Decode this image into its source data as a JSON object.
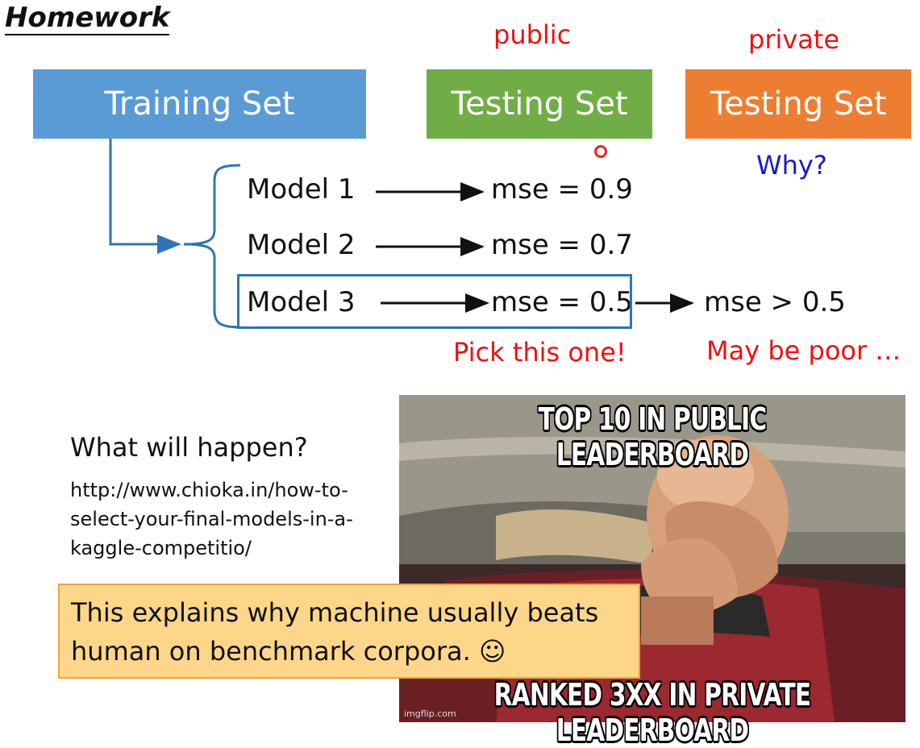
{
  "slide": {
    "title": "Homework",
    "training_box": "Training Set",
    "public_label": "public",
    "public_box": "Testing Set",
    "private_label": "private",
    "private_box": "Testing Set",
    "why": "Why?"
  },
  "models": [
    {
      "name": "Model 1",
      "result": "mse = 0.9"
    },
    {
      "name": "Model 2",
      "result": "mse = 0.7"
    },
    {
      "name": "Model 3",
      "result": "mse = 0.5"
    }
  ],
  "private_result": "mse > 0.5",
  "pick_note": "Pick this one!",
  "poor_note": "May be poor …",
  "question": "What will happen?",
  "link_text": "http://www.chioka.in/how-to-select-your-final-models-in-a-kaggle-competitio/",
  "meme": {
    "top_text": "TOP 10 IN PUBLIC LEADERBOARD",
    "bottom_text": "RANKED 3XX IN PRIVATE LEADERBOARD",
    "watermark": "imgflip.com"
  },
  "callout": "This explains why machine usually beats human on benchmark corpora. ☺",
  "colors": {
    "training": "#5b9bd5",
    "public": "#70ad47",
    "private": "#ed7d31",
    "annotation_red": "#ee1111",
    "why_blue": "#1a1acc",
    "callout_bg": "#fdd68a"
  }
}
